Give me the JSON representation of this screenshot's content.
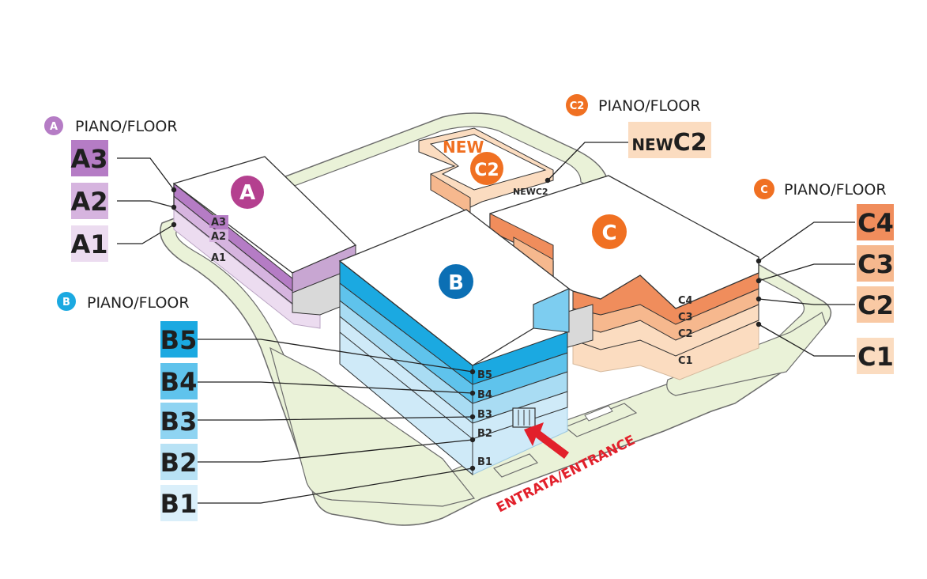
{
  "colors": {
    "a_dark": "#b57cc5",
    "a_mid": "#d6b4df",
    "a_light": "#ecdcf0",
    "a_badge": "#b4408f",
    "b_dark": "#1ba9e1",
    "b_mid": "#7dcdf0",
    "b_light": "#cfeaf8",
    "b_badge": "#0b6fb4",
    "c_dark": "#f08d5c",
    "c_mid": "#f6b88e",
    "c_light": "#fbdcc0",
    "c_badge": "#f07022",
    "green_fill": "#eaf2d8",
    "green_stroke": "#6c6c6c",
    "arrow": "#e2202b"
  },
  "legend_a": {
    "badge": "A",
    "title": "PIANO/FLOOR",
    "floors": [
      "A3",
      "A2",
      "A1"
    ]
  },
  "legend_b": {
    "badge": "B",
    "title": "PIANO/FLOOR",
    "floors": [
      "B5",
      "B4",
      "B3",
      "B2",
      "B1"
    ]
  },
  "legend_c": {
    "badge": "C",
    "title": "PIANO/FLOOR",
    "floors": [
      "C4",
      "C3",
      "C2",
      "C1"
    ]
  },
  "legend_c2": {
    "badge": "C2",
    "title": "PIANO/FLOOR",
    "tile_prefix": "NEW",
    "tile_main": "C2"
  },
  "building_a": {
    "badge": "A",
    "floor_labels": [
      "A3",
      "A2",
      "A1"
    ]
  },
  "building_b": {
    "badge": "B",
    "floor_labels": [
      "B5",
      "B4",
      "B3",
      "B2",
      "B1"
    ]
  },
  "building_c": {
    "badge": "C",
    "floor_labels": [
      "C4",
      "C3",
      "C2",
      "C1"
    ]
  },
  "building_c2": {
    "new_label": "NEW",
    "badge": "C2",
    "small_label": "NEWC2"
  },
  "entrance": {
    "label": "ENTRATA/ENTRANCE"
  }
}
